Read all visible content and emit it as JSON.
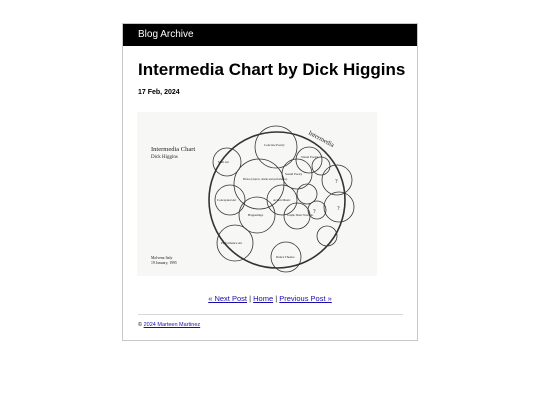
{
  "header": {
    "blog_link": "Blog Archive"
  },
  "post": {
    "title": "Intermedia Chart by Dick Higgins",
    "date": "17 Feb, 2024"
  },
  "figure": {
    "title": "Intermedia Chart",
    "author": "Dick Higgins",
    "arc_label": "Intermedia",
    "place": "Molvena Italy",
    "date": "19 January, 1995",
    "circles": [
      "Concrete Poetry",
      "Sound Poetry",
      "Visual Poetry",
      "Mail Art",
      "Phonos (objects, cinema and performance)",
      "Action Music",
      "Graphic Music Notations",
      "Conceptual Art",
      "Happenings",
      "Performance Art",
      "Dance Theatre",
      "Intermedia",
      "?",
      "?",
      "?"
    ]
  },
  "nav": {
    "next": "« Next Post",
    "separator": "|",
    "home": "Home",
    "previous": "Previous Post »"
  },
  "footer": {
    "prefix": "© ",
    "copyright_link": "2024 Marteen Martinez"
  }
}
